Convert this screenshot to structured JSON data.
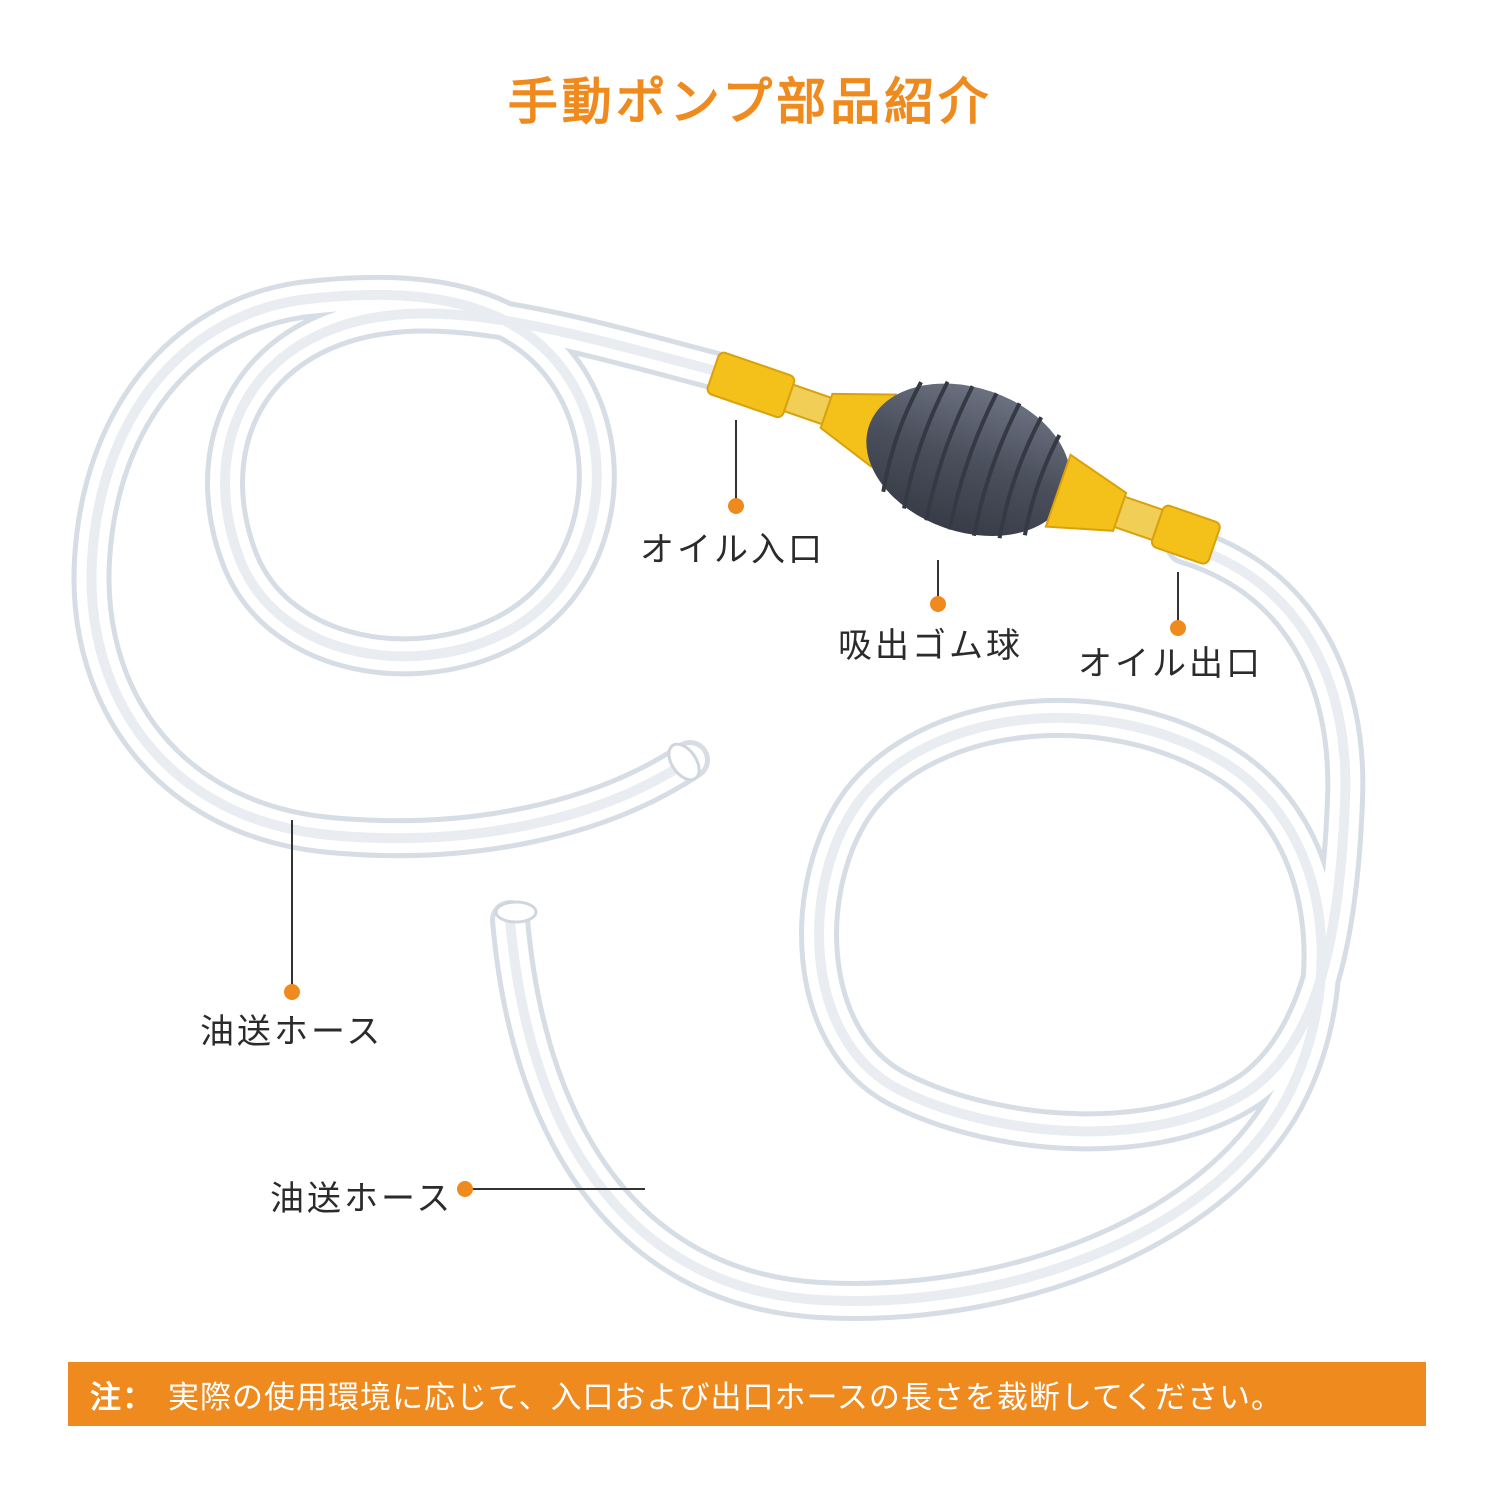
{
  "title": "手動ポンプ部品紹介",
  "labels": {
    "oil_inlet": "オイル入口",
    "suction_bulb": "吸出ゴム球",
    "oil_outlet": "オイル出口",
    "hose_left": "油送ホース",
    "hose_bottom": "油送ホース"
  },
  "note": {
    "prefix": "注：",
    "text": "実際の使用環境に応じて、入口および出口ホースの長さを裁断してください。"
  },
  "colors": {
    "accent": "#ef8a1e",
    "pump_yellow": "#f4c01a",
    "bulb_gray": "#4a4f5c"
  }
}
